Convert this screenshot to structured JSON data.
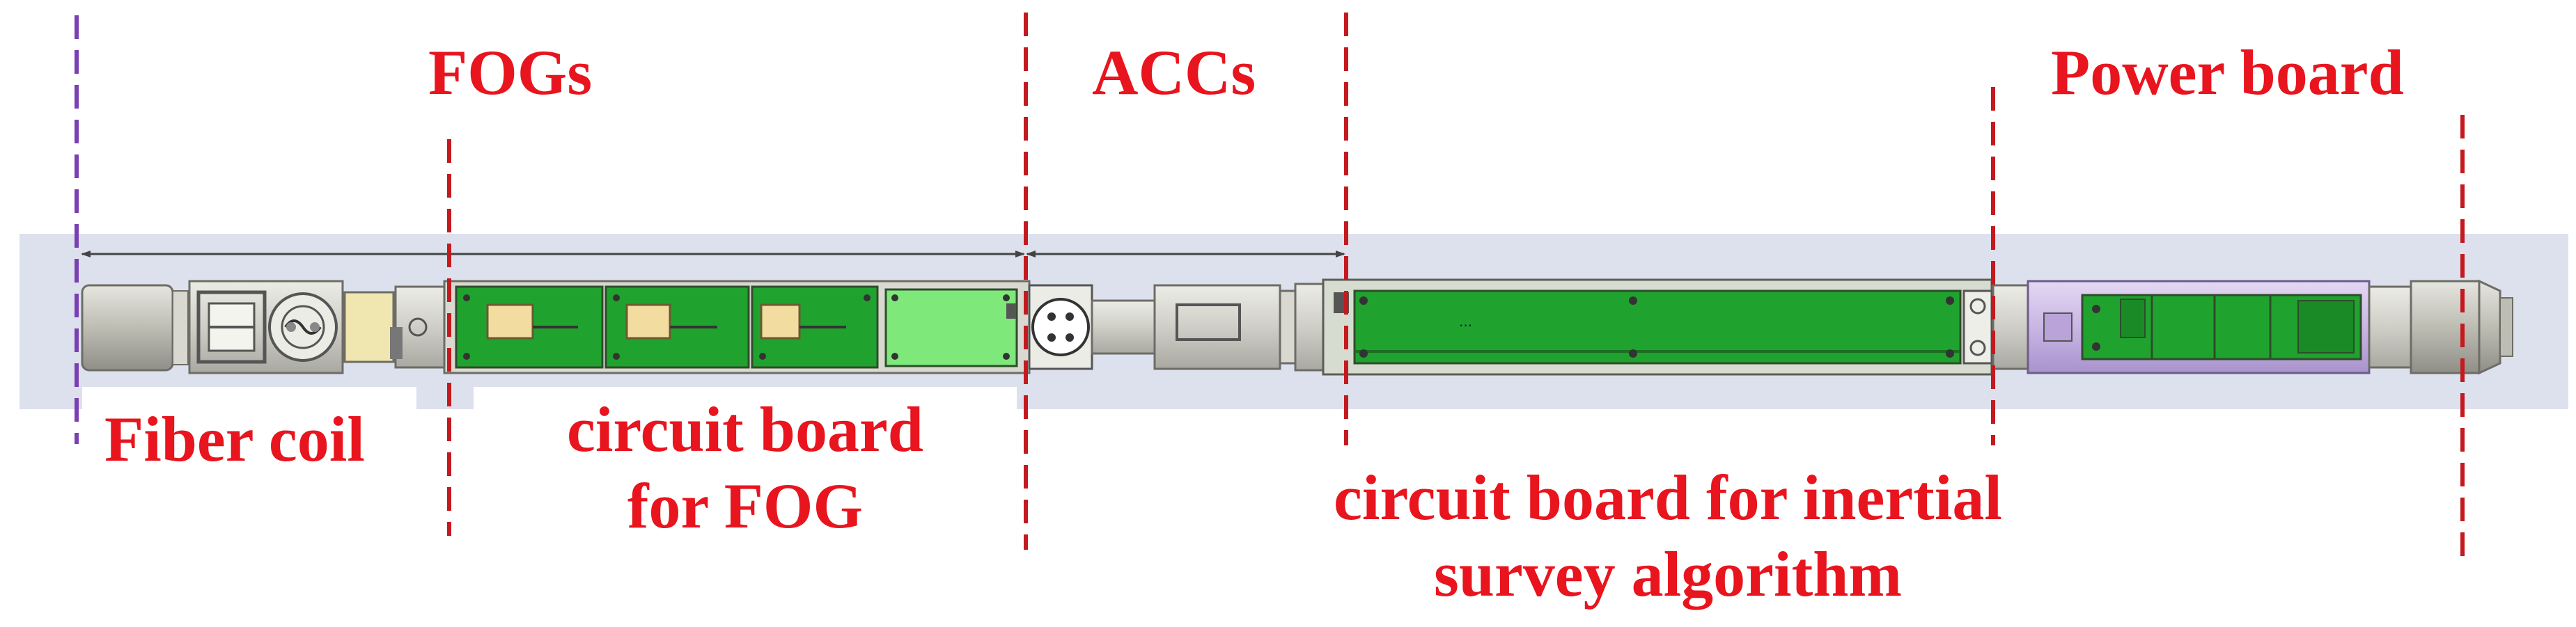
{
  "labels": {
    "fogs": "FOGs",
    "accs": "ACCs",
    "power_board": "Power board",
    "fiber_coil": "Fiber coil",
    "circuit_fog_line1": "circuit board",
    "circuit_fog_line2": "for FOG",
    "circuit_inertial_line1": "circuit board for inertial",
    "circuit_inertial_line2": "survey algorithm"
  },
  "colors": {
    "label_red": "#e8141e",
    "divider_red": "#c41a1f",
    "divider_purple": "#7a3fb0",
    "board_green": "#1fa32e",
    "board_green_light": "#7ee87a",
    "power_body_lilac": "#c9b6e4",
    "housing_grey": "#c8c8c0",
    "background_band": "#dde1ee",
    "chip_yellow": "#f3dca0"
  }
}
